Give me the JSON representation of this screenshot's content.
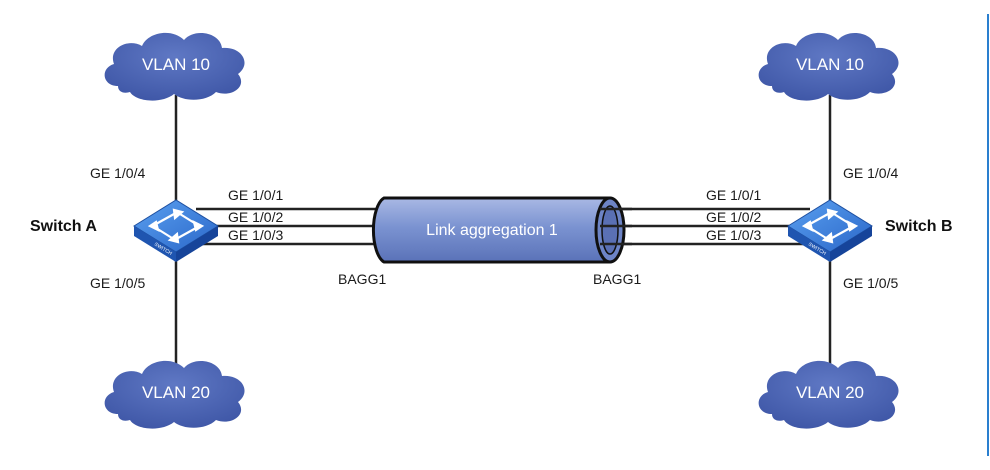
{
  "colors": {
    "cloud": "#4a63b4",
    "switch": "#2e6fd6",
    "tube": "#7890cf",
    "link": "#222222",
    "frame": "#2a7fcf"
  },
  "clouds": {
    "a_top": "VLAN 10",
    "a_bottom": "VLAN 20",
    "b_top": "VLAN 10",
    "b_bottom": "VLAN 20"
  },
  "switch_a": {
    "name": "Switch A",
    "port_vlan10": "GE 1/0/4",
    "port_vlan20": "GE 1/0/5",
    "agg_ports": [
      "GE 1/0/1",
      "GE 1/0/2",
      "GE 1/0/3"
    ],
    "agg_interface": "BAGG1",
    "icon_text": "SWITCH"
  },
  "switch_b": {
    "name": "Switch B",
    "port_vlan10": "GE 1/0/4",
    "port_vlan20": "GE 1/0/5",
    "agg_ports": [
      "GE 1/0/1",
      "GE 1/0/2",
      "GE 1/0/3"
    ],
    "agg_interface": "BAGG1",
    "icon_text": "SWITCH"
  },
  "link_aggregation": {
    "label": "Link aggregation 1"
  }
}
